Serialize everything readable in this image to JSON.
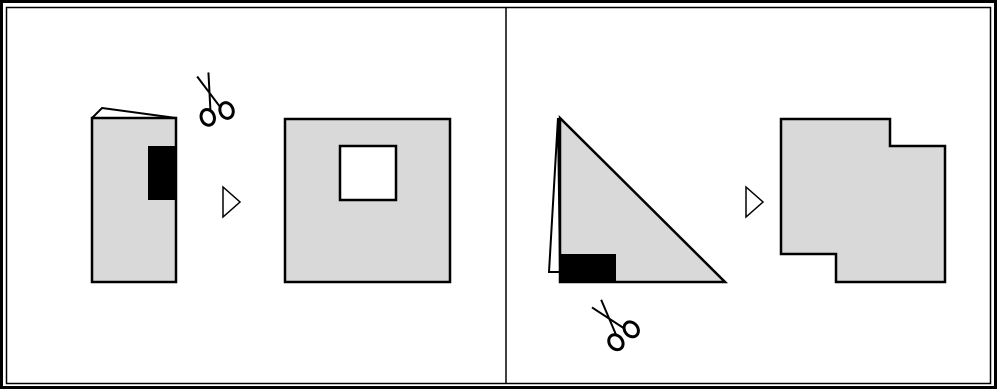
{
  "colors": {
    "background": "#ffffff",
    "paper_fill": "#d9d9d9",
    "cut_fill": "#000000",
    "stroke": "#000000"
  },
  "panels": [
    {
      "id": "panel-1",
      "steps": [
        "folded-paper-with-cut",
        "arrow",
        "unfolded-square-with-hole"
      ],
      "scissors_icon": "scissors-icon"
    },
    {
      "id": "panel-2",
      "steps": [
        "folded-triangle-with-cut",
        "arrow",
        "unfolded-shape-with-notches"
      ],
      "scissors_icon": "scissors-icon"
    }
  ]
}
